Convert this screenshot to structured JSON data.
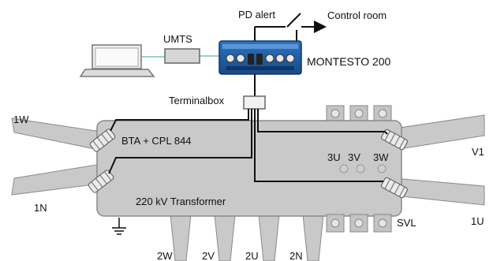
{
  "labels": {
    "pd_alert": "PD alert",
    "control_room": "Control room",
    "umts": "UMTS",
    "montesto": "MONTESTO 200",
    "terminalbox": "Terminalbox",
    "bushing_1w": "1W",
    "bushing_1n": "1N",
    "bushing_v1": "V1",
    "bushing_1u": "1U",
    "bta": "BTA + CPL 844",
    "phase_3u": "3U",
    "phase_3v": "3V",
    "phase_3w": "3W",
    "transformer": "220 kV Transformer",
    "svl": "SVL",
    "leg_2w": "2W",
    "leg_2v": "2V",
    "leg_2u": "2U",
    "leg_2n": "2N"
  },
  "colors": {
    "tank": "#c9c9c9",
    "tank_border": "#8a8a8a",
    "device_body": "#1f5fa8",
    "cable": "#111111",
    "link": "#9ad3c2"
  },
  "icons": {
    "laptop": "laptop-icon",
    "switch": "switch-icon",
    "ground": "ground-icon"
  }
}
